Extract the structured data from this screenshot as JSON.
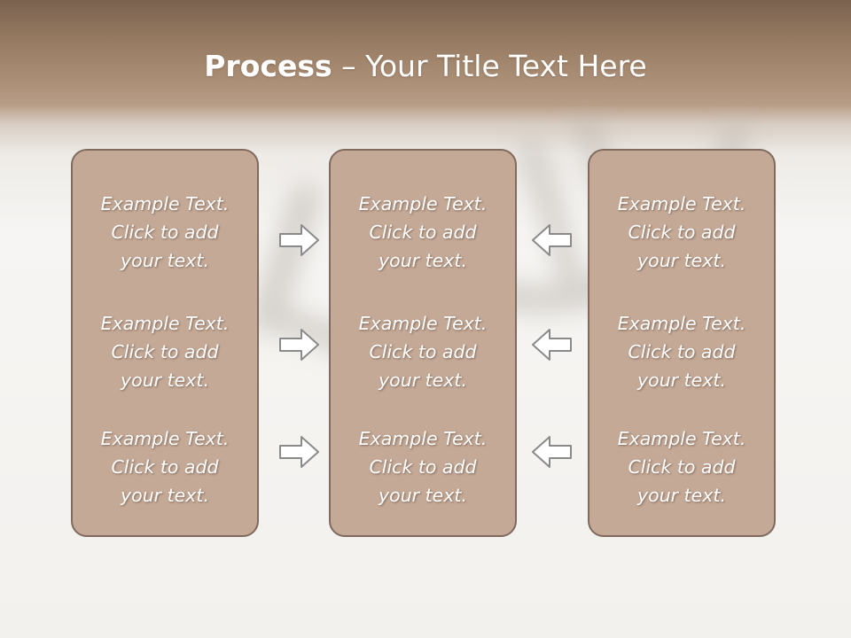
{
  "title": {
    "bold": "Process",
    "rest": " – Your Title Text Here"
  },
  "columns": [
    {
      "items": [
        [
          "Example Text.",
          "Click  to add",
          "your text."
        ],
        [
          "Example Text.",
          "Click  to add",
          "your text."
        ],
        [
          "Example Text.",
          "Click  to add",
          "your text."
        ]
      ]
    },
    {
      "items": [
        [
          "Example Text.",
          "Click  to add",
          "your text."
        ],
        [
          "Example Text.",
          "Click  to add",
          "your text."
        ],
        [
          "Example Text.",
          "Click  to add",
          "your text."
        ]
      ]
    },
    {
      "items": [
        [
          "Example Text.",
          "Click  to add",
          "your text."
        ],
        [
          "Example Text.",
          "Click  to add",
          "your text."
        ],
        [
          "Example Text.",
          "Click  to add",
          "your text."
        ]
      ]
    }
  ],
  "arrows": {
    "left_column": [
      "right-arrow",
      "right-arrow",
      "right-arrow"
    ],
    "right_column": [
      "left-arrow",
      "left-arrow",
      "left-arrow"
    ]
  },
  "colors": {
    "box_fill": "#c5a997",
    "box_border": "#7f6a5d",
    "arrow_stroke": "#8a8a8a",
    "title_band": "#a88a72"
  }
}
